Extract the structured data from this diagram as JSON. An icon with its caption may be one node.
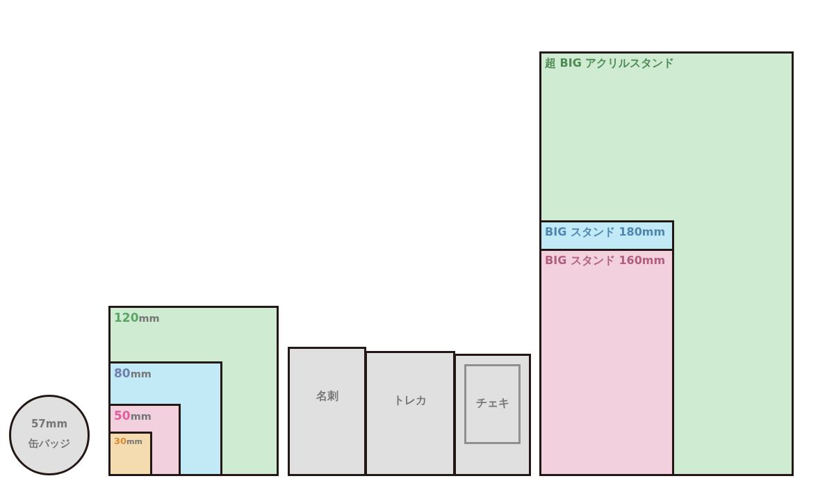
{
  "diagram": {
    "nodes": [
      {
        "text": [
          "57mm",
          "缶バッジ"
        ]
      },
      {
        "text": [
          "120mm"
        ]
      },
      {
        "text": [
          "80mm"
        ],
        "in": 1
      },
      {
        "text": [
          "50mm"
        ],
        "in": 2
      },
      {
        "text": [
          "30mm"
        ],
        "in": 3
      },
      {
        "text": [
          "名刺"
        ]
      },
      {
        "text": [
          "トレカ"
        ]
      },
      {
        "text": [
          "チェキ"
        ]
      },
      {
        "text": [
          "超 BIG アクリルスタンド"
        ]
      },
      {
        "text": [
          "BIG スタンド 180mm"
        ],
        "in": 8
      },
      {
        "text": [
          "BIG スタンド 160mm"
        ],
        "in": 8
      }
    ]
  }
}
